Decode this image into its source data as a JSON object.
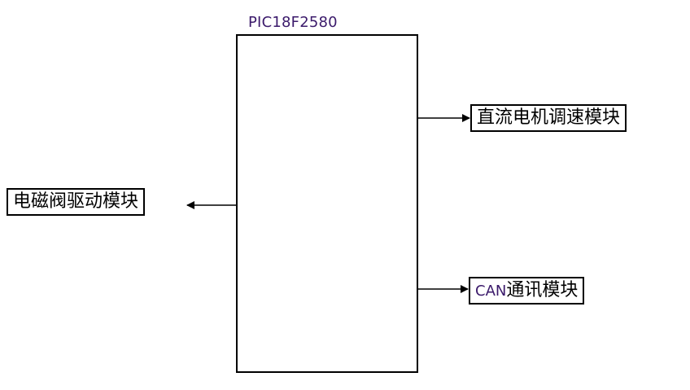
{
  "mcu": {
    "label": "PIC18F2580"
  },
  "modules": {
    "dc_motor": {
      "label": "直流电机调速模块"
    },
    "solenoid": {
      "label": "电磁阀驱动模块"
    },
    "can": {
      "prefix": "CAN",
      "label": "通讯模块"
    }
  },
  "colors": {
    "line": "#000000",
    "mcu_label": "#3b1a6b"
  }
}
